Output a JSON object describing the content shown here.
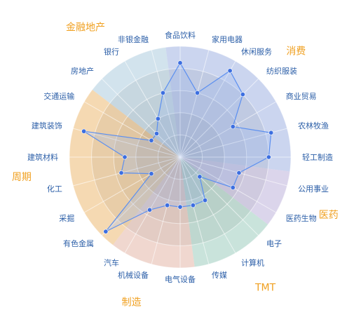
{
  "chart_data": {
    "type": "radar",
    "axes": [
      "食品饮料",
      "家用电器",
      "休闲服务",
      "纺织服装",
      "商业贸易",
      "农林牧渔",
      "轻工制造",
      "公用事业",
      "医药生物",
      "电子",
      "计算机",
      "传媒",
      "电气设备",
      "机械设备",
      "汽车",
      "有色金属",
      "采掘",
      "化工",
      "建筑材料",
      "建筑装饰",
      "交通运输",
      "房地产",
      "银行",
      "非银金融"
    ],
    "values": [
      0.85,
      0.6,
      0.9,
      0.8,
      0.55,
      0.85,
      0.8,
      0.55,
      0.55,
      0.25,
      0.45,
      0.45,
      0.45,
      0.45,
      0.55,
      0.95,
      0.3,
      0.55,
      0.5,
      0.9,
      0.3,
      0.3,
      0.4,
      0.6
    ],
    "range": [
      0,
      1
    ],
    "groups": [
      {
        "name": "金融地产",
        "start": 21,
        "end": 23,
        "color": "#cfe6f2"
      },
      {
        "name": "消费",
        "start": 0,
        "end": 6,
        "color": "#c7d3f5"
      },
      {
        "name": "医药",
        "start": 7,
        "end": 8,
        "color": "#dcd3f0"
      },
      {
        "name": "TMT",
        "start": 9,
        "end": 11,
        "color": "#c4e6dc"
      },
      {
        "name": "制造",
        "start": 12,
        "end": 14,
        "color": "#f6d6cc"
      },
      {
        "name": "周期",
        "start": 15,
        "end": 20,
        "color": "#fcd9a6"
      }
    ],
    "series": [
      {
        "values": [
          0.85,
          0.6,
          0.9,
          0.8,
          0.55,
          0.85,
          0.8,
          0.55,
          0.55,
          0.25,
          0.45,
          0.45,
          0.45,
          0.45,
          0.55,
          0.95,
          0.3,
          0.55,
          0.5,
          0.9,
          0.3,
          0.3,
          0.4,
          0.6
        ]
      }
    ],
    "colors": {
      "line": "#5b8ff0",
      "point": "#3d6fe0",
      "fill": "#9fbcf2",
      "grid": "#e6e6e6",
      "label": "#2c5fa8",
      "group_label": "#f0a020"
    }
  }
}
